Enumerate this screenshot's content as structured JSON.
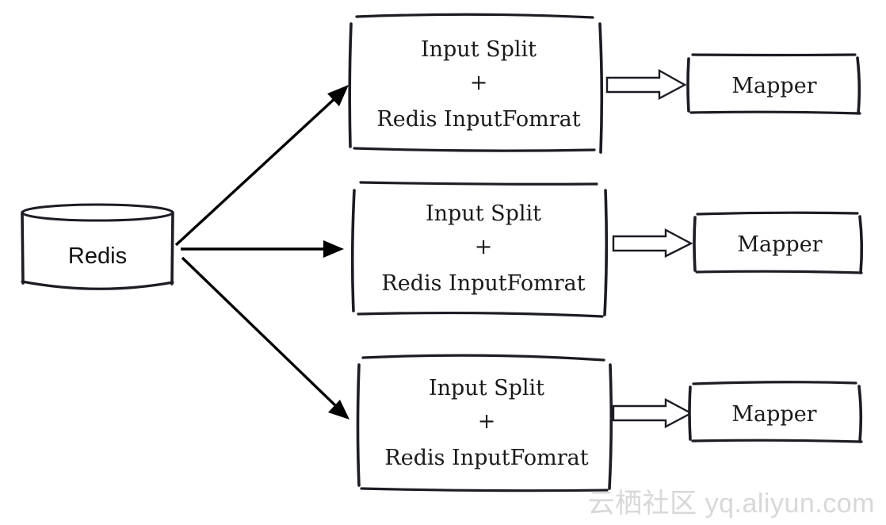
{
  "source": {
    "label": "Redis"
  },
  "split_boxes": [
    {
      "line1": "Input Split",
      "line2": "+",
      "line3": "Redis InputFomrat"
    },
    {
      "line1": "Input Split",
      "line2": "+",
      "line3": "Redis InputFomrat"
    },
    {
      "line1": "Input Split",
      "line2": "+",
      "line3": "Redis InputFomrat"
    }
  ],
  "mappers": [
    {
      "label": "Mapper"
    },
    {
      "label": "Mapper"
    },
    {
      "label": "Mapper"
    }
  ],
  "watermark": "云栖社区 yq.aliyun.com",
  "colors": {
    "stroke": "#1c1c24",
    "arrow": "#000000",
    "watermark": "#d8d8d8"
  }
}
